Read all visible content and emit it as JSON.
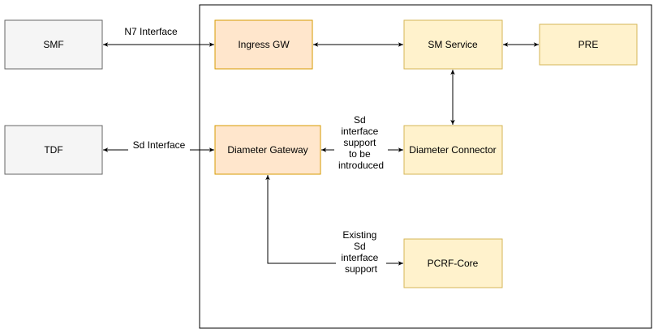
{
  "nodes": {
    "smf": {
      "label": "SMF",
      "fill": "#f5f5f5",
      "stroke": "#666666"
    },
    "tdf": {
      "label": "TDF",
      "fill": "#f5f5f5",
      "stroke": "#666666"
    },
    "ingress_gw": {
      "label": "Ingress GW",
      "fill": "#ffe6cc",
      "stroke": "#d79b00"
    },
    "sm_service": {
      "label": "SM Service",
      "fill": "#fff2cc",
      "stroke": "#d6b656"
    },
    "pre": {
      "label": "PRE",
      "fill": "#fff2cc",
      "stroke": "#d6b656"
    },
    "diameter_gateway": {
      "label": "Diameter Gateway",
      "fill": "#ffe6cc",
      "stroke": "#d79b00"
    },
    "diameter_connector": {
      "label": "Diameter Connector",
      "fill": "#fff2cc",
      "stroke": "#d6b656"
    },
    "pcrf_core": {
      "label": "PCRF-Core",
      "fill": "#fff2cc",
      "stroke": "#d6b656"
    }
  },
  "edges": {
    "n7": {
      "label": "N7 Interface"
    },
    "sd": {
      "label": "Sd Interface"
    },
    "sd_new": {
      "lines": [
        "Sd",
        "interface",
        "support",
        "to be",
        "introduced"
      ]
    },
    "sd_existing": {
      "lines": [
        "Existing",
        "Sd",
        "interface",
        "support"
      ]
    }
  }
}
